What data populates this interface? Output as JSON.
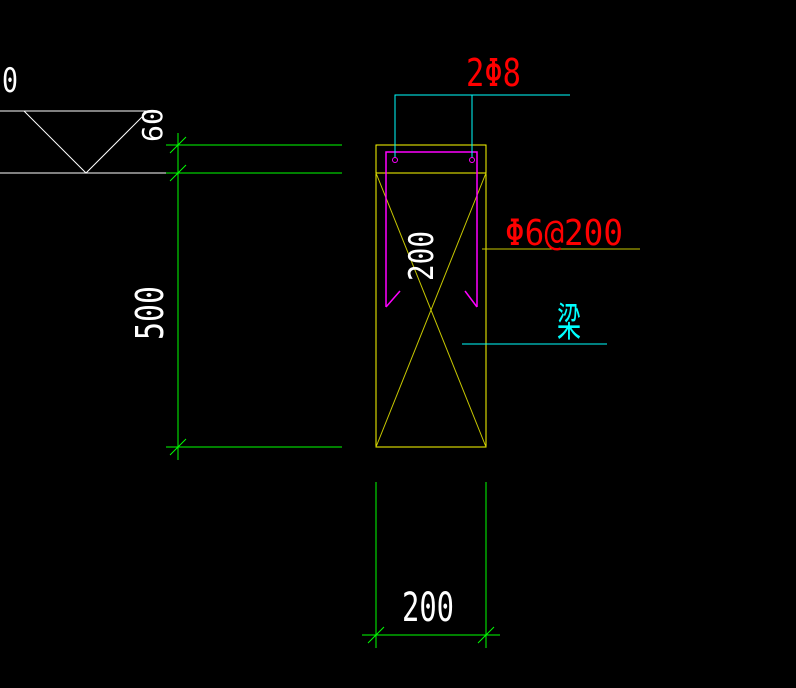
{
  "colors": {
    "background": "#000000",
    "dimension": "#00ff00",
    "section_outline": "#ffff00",
    "section_cross": "#c8c800",
    "stirrup": "#ff00ff",
    "rebar_leader": "#00ffff",
    "rebar_label": "#ff0000",
    "stirrup_leader": "#c8c800",
    "white_text": "#ffffff",
    "member_label": "#00ffff",
    "slab_lines": "#ffffff"
  },
  "labels": {
    "top_left_fragment": "0",
    "slab_thickness": "60",
    "beam_height": "500",
    "beam_width": "200",
    "inner_dimension": "200",
    "top_rebar": "2Φ8",
    "stirrup_spec": "Φ6@200",
    "member_name": "梁"
  }
}
